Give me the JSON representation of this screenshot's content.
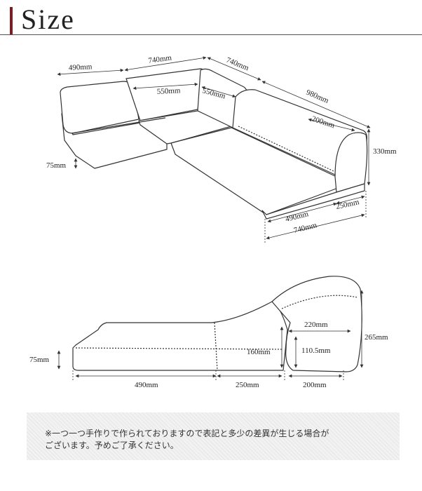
{
  "header": {
    "title": "Size"
  },
  "top_view": {
    "dims": {
      "d490_top": "490mm",
      "d740_top": "740mm",
      "d740_right": "740mm",
      "d980": "980mm",
      "d550_a": "550mm",
      "d550_b": "550mm",
      "d200": "200mm",
      "d330": "330mm",
      "d75": "75mm",
      "d490_bottom": "490mm",
      "d250": "250mm",
      "d740_bottom": "740mm"
    }
  },
  "side_view": {
    "dims": {
      "d75": "75mm",
      "d160": "160mm",
      "d220": "220mm",
      "d110_5": "110.5mm",
      "d265": "265mm",
      "d490": "490mm",
      "d250": "250mm",
      "d200": "200mm"
    }
  },
  "note": {
    "line1": "※一つ一つ手作りで作られておりますので表記と多少の差異が生じる場合が",
    "line2": "ございます。予めご了承ください。"
  }
}
